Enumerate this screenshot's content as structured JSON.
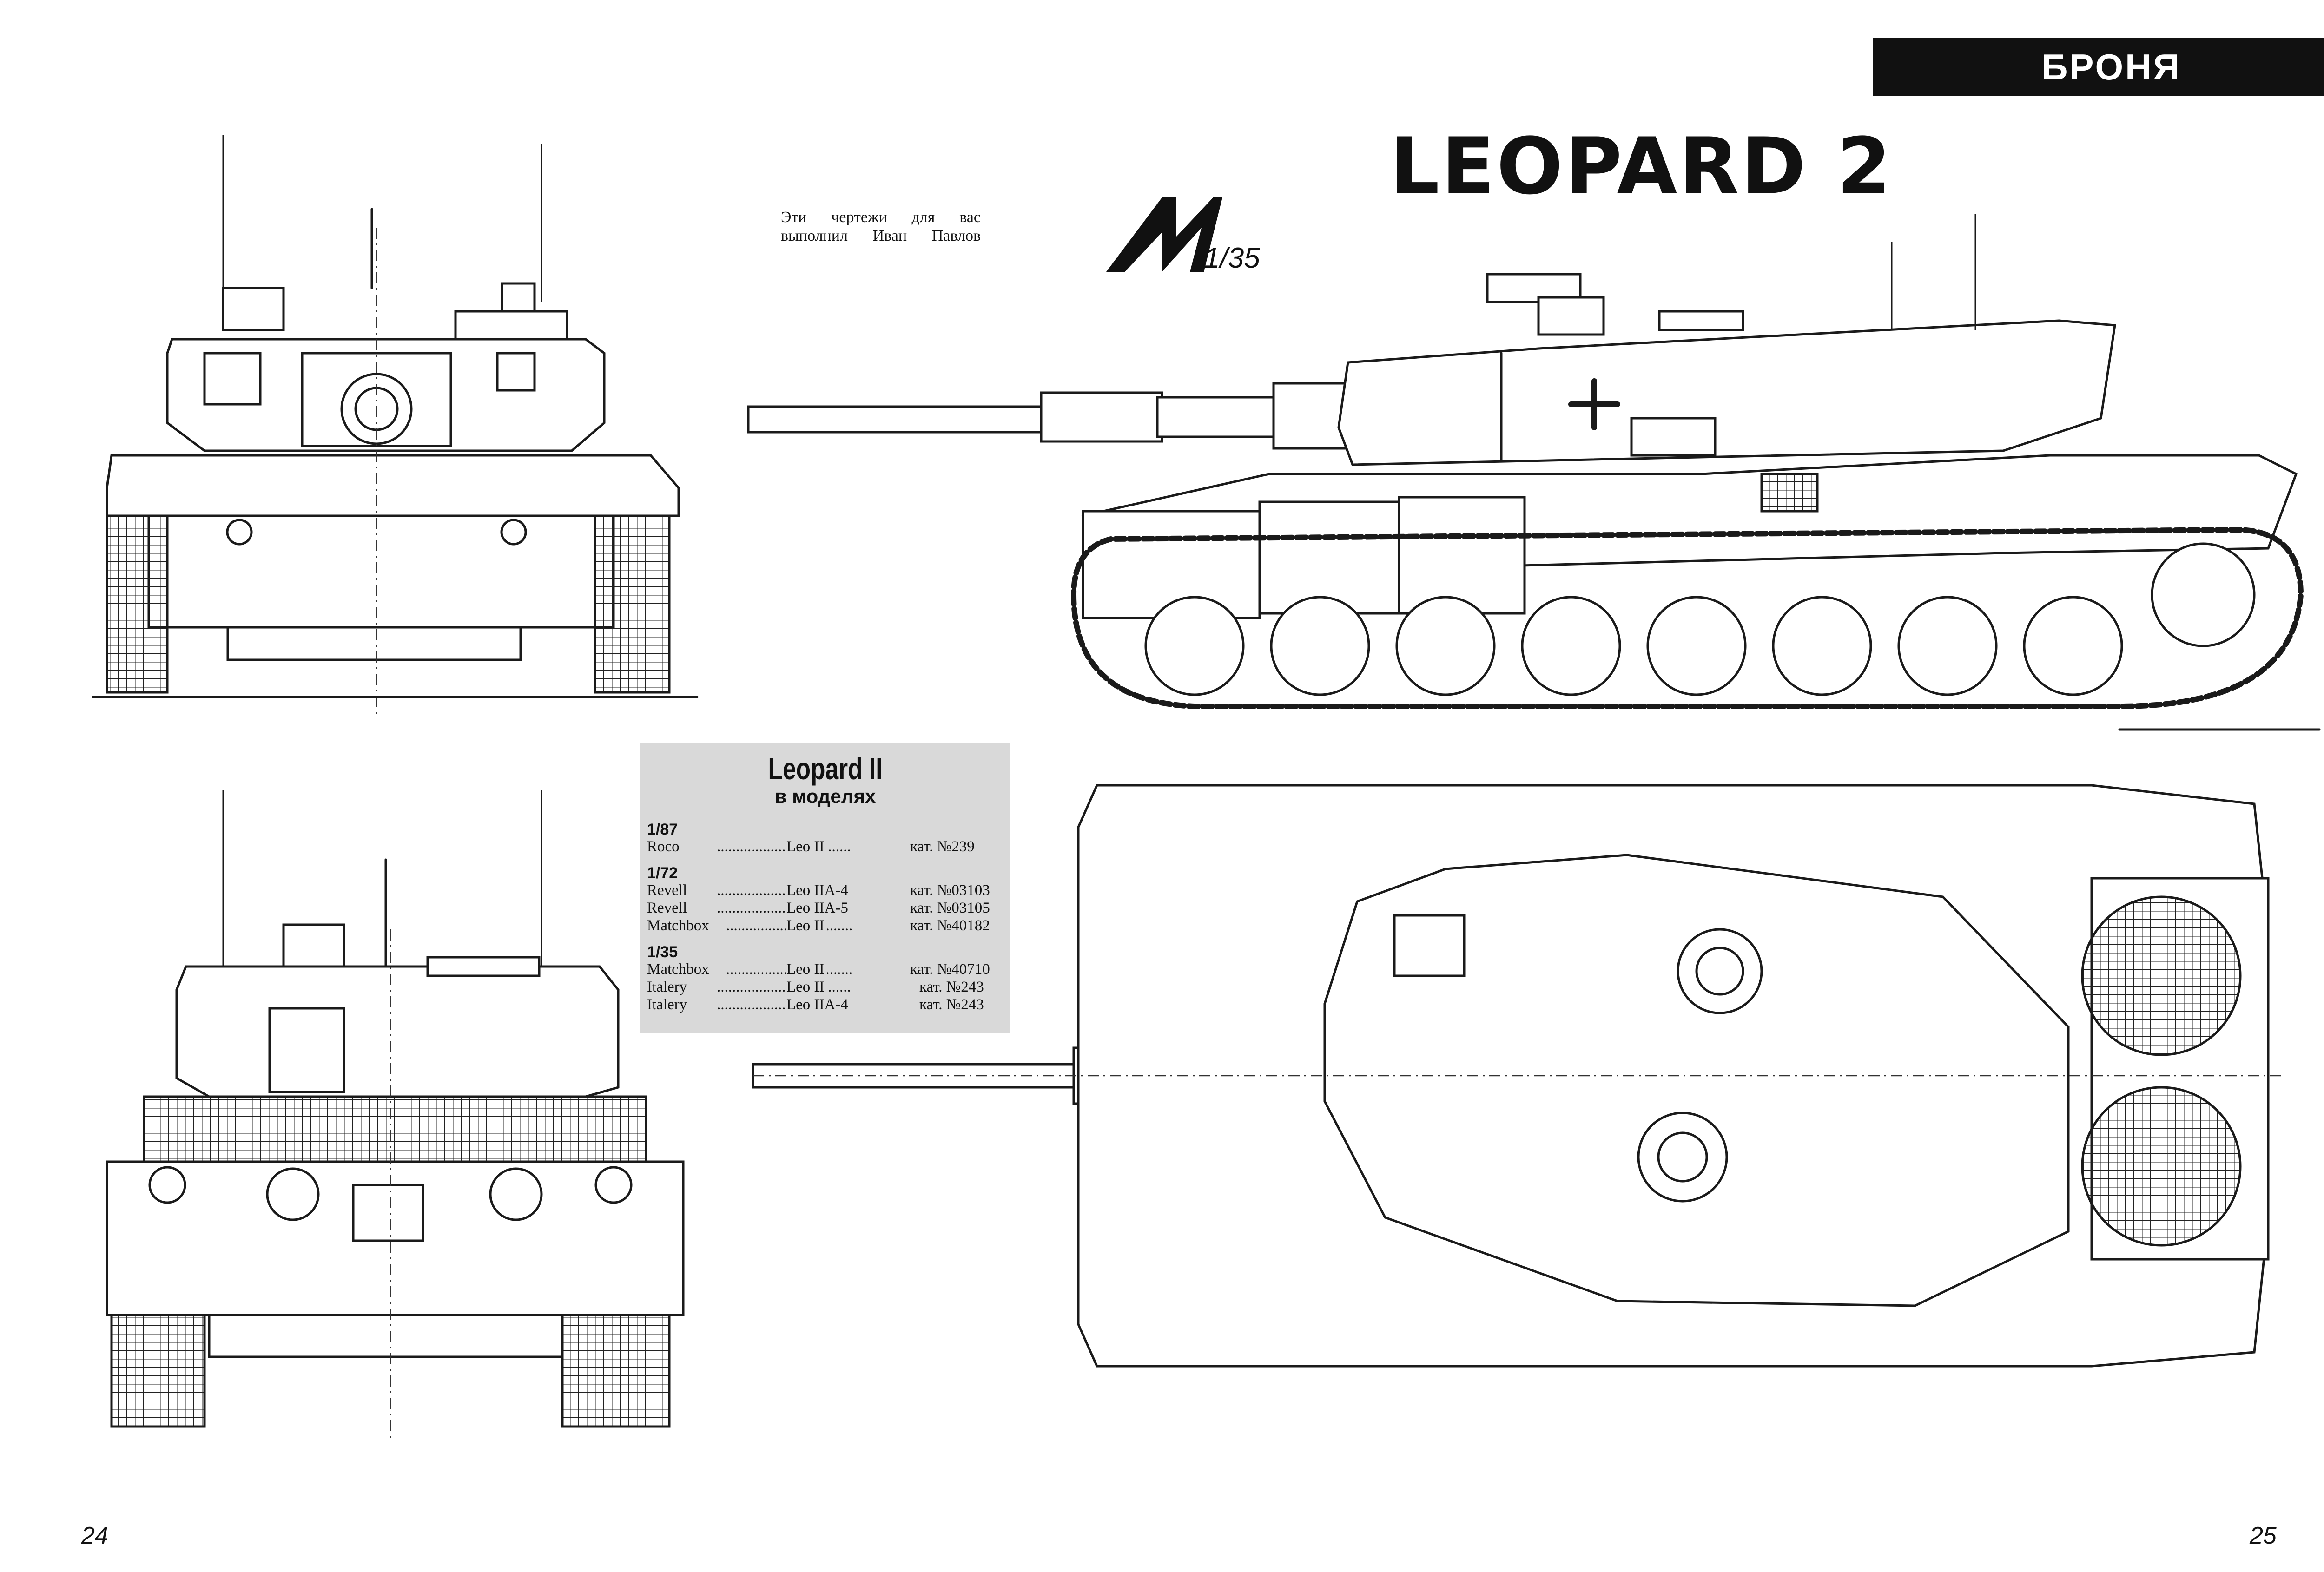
{
  "header": {
    "section": "БРОНЯ",
    "title": "LEOPARD 2"
  },
  "credit": "Эти чертежи для вас выполнил Иван Павлов",
  "logo": {
    "icon": "m-logo-icon",
    "scale": "1/35"
  },
  "models": {
    "title": "Leopard II",
    "subtitle": "в моделях",
    "groups": [
      {
        "scale": "1/87",
        "rows": [
          {
            "maker": "Roco",
            "model": "Leo II",
            "catalog": "кат. №239"
          }
        ]
      },
      {
        "scale": "1/72",
        "rows": [
          {
            "maker": "Revell",
            "model": "Leo IIA-4",
            "catalog": "кат. №03103"
          },
          {
            "maker": "Revell",
            "model": "Leo IIA-5",
            "catalog": "кат. №03105"
          },
          {
            "maker": "Matchbox",
            "model": "Leo II",
            "catalog": "кат. №40182"
          }
        ]
      },
      {
        "scale": "1/35",
        "rows": [
          {
            "maker": "Matchbox",
            "model": "Leo II",
            "catalog": "кат. №40710"
          },
          {
            "maker": "Italery",
            "model": "Leo II",
            "catalog": "кат. №243"
          },
          {
            "maker": "Italery",
            "model": "Leo IIA-4",
            "catalog": "кат. №243"
          }
        ]
      }
    ]
  },
  "pages": {
    "left": "24",
    "right": "25"
  },
  "drawings": {
    "front": "front-view-drawing",
    "rear": "rear-view-drawing",
    "side": "side-view-drawing",
    "top": "top-view-drawing"
  }
}
